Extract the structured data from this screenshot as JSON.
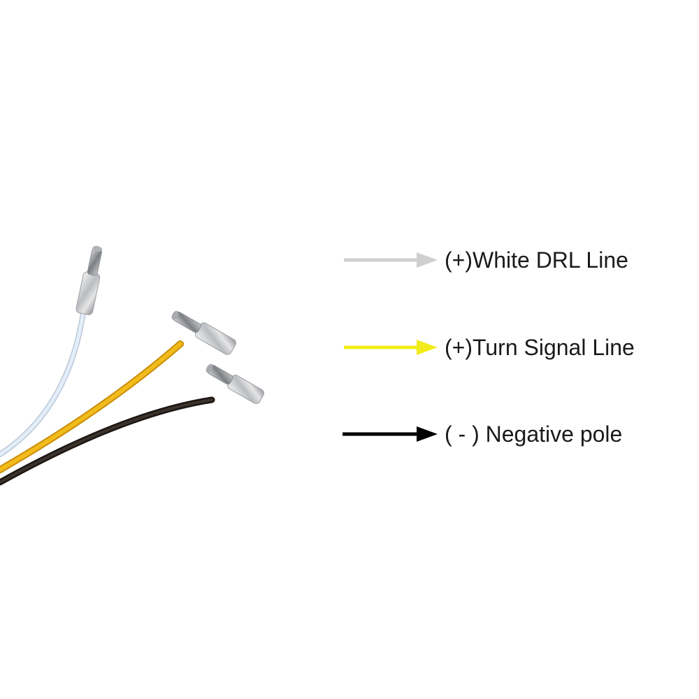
{
  "legend": {
    "white_drl": {
      "label": "(+)White DRL Line",
      "arrow_color": "#cfcfcf",
      "wire_color": "#dbe8f7"
    },
    "turn_signal": {
      "label": "(+)Turn Signal Line",
      "arrow_color": "#f2ec1c",
      "wire_color": "#f0b818"
    },
    "negative": {
      "label": "( - ) Negative pole",
      "arrow_color": "#000000",
      "wire_color": "#2e2622"
    }
  }
}
